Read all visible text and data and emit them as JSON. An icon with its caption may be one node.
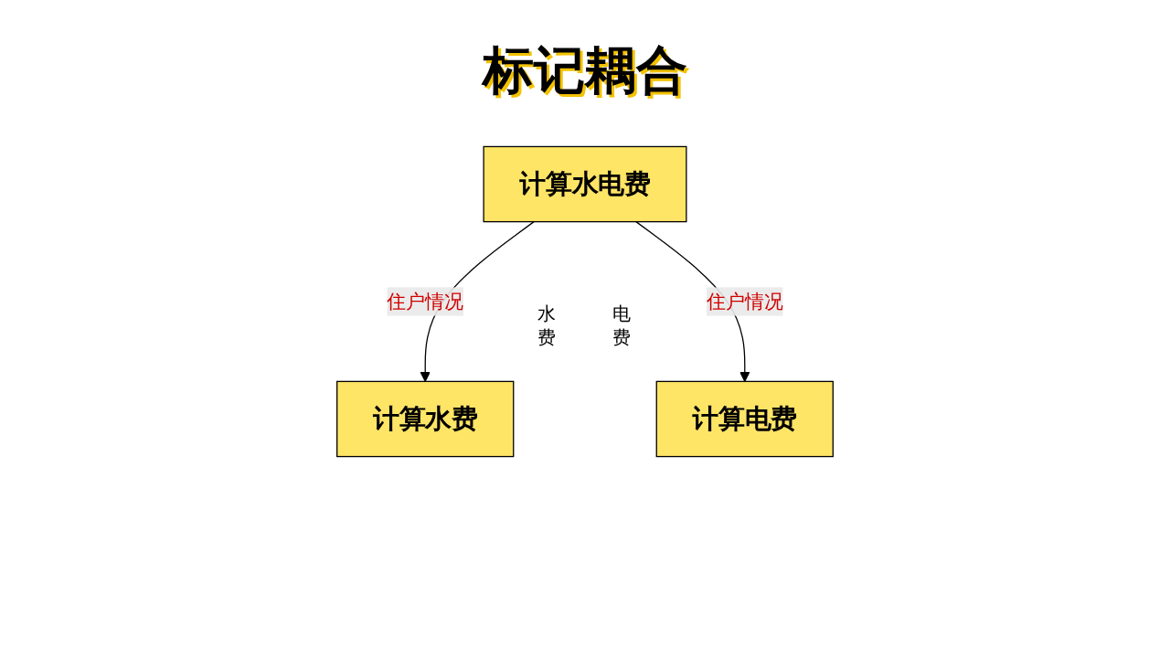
{
  "diagram": {
    "title": "标记耦合",
    "nodes": [
      {
        "text": [
          "计算水电费"
        ]
      },
      {
        "text": [
          "计算水费"
        ]
      },
      {
        "text": [
          "计算电费"
        ]
      }
    ],
    "edges": [
      {
        "from": 0,
        "to": 1,
        "arrow": "to",
        "label": "住户情况"
      },
      {
        "from": 0,
        "to": 2,
        "arrow": "to",
        "label": "住户情况"
      }
    ],
    "labels": [
      "水费",
      "电费"
    ]
  }
}
